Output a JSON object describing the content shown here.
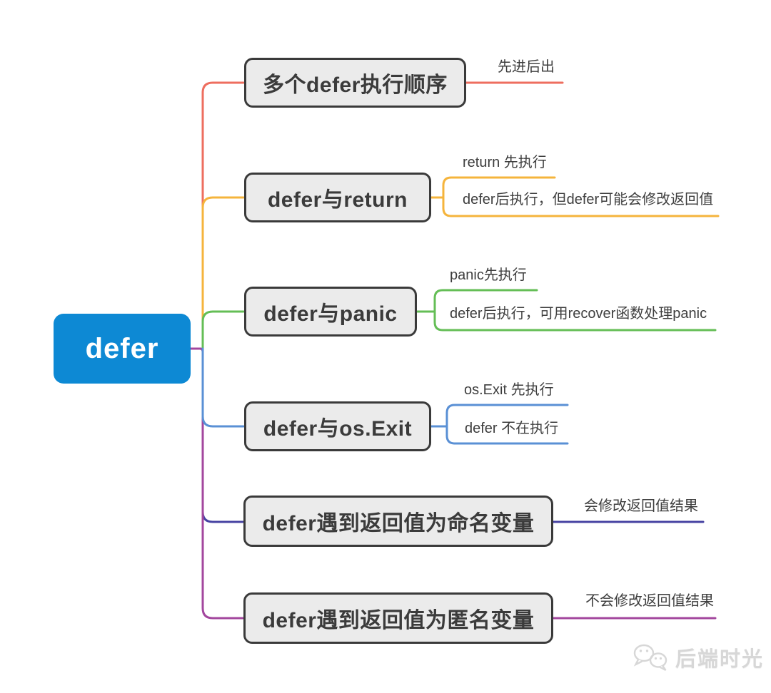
{
  "root": {
    "label": "defer",
    "bg": "#0d89d4",
    "text_color": "#ffffff"
  },
  "branches": [
    {
      "id": "order",
      "topic": "多个defer执行顺序",
      "color": "#ee6e5f",
      "leaves": [
        "先进后出"
      ]
    },
    {
      "id": "return",
      "topic": "defer与return",
      "color": "#f5b43c",
      "leaves": [
        "return 先执行",
        "defer后执行，但defer可能会修改返回值"
      ]
    },
    {
      "id": "panic",
      "topic": "defer与panic",
      "color": "#64be56",
      "leaves": [
        "panic先执行",
        "defer后执行，可用recover函数处理panic"
      ]
    },
    {
      "id": "os-exit",
      "topic": "defer与os.Exit",
      "color": "#5a90d5",
      "leaves": [
        "os.Exit 先执行",
        "defer 不在执行"
      ]
    },
    {
      "id": "named-return",
      "topic": "defer遇到返回值为命名变量",
      "color": "#4642a2",
      "leaves": [
        "会修改返回值结果"
      ]
    },
    {
      "id": "anonymous-return",
      "topic": "defer遇到返回值为匿名变量",
      "color": "#a3479e",
      "leaves": [
        "不会修改返回值结果"
      ]
    }
  ],
  "style": {
    "background": "#ffffff",
    "box_fill": "#ebebeb",
    "box_border": "#3a3a3a",
    "topic_text_color": "#3b3b3b",
    "leaf_text_color": "#3e3e3e"
  },
  "watermark": {
    "label": "后端时光",
    "color": "#d7d7d7",
    "icon": "wechat-icon"
  }
}
